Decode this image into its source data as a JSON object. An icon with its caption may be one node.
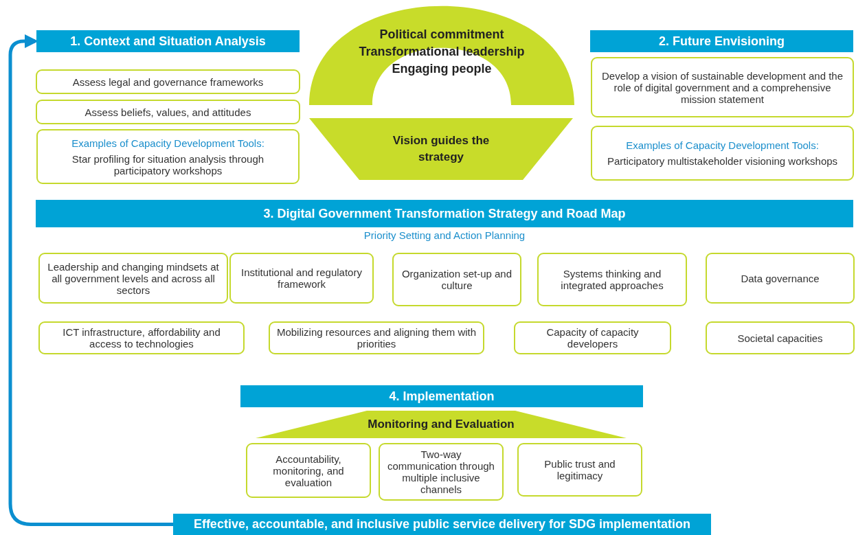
{
  "diagram": {
    "nodes": [
      {
        "text": [
          "1. Context and Situation Analysis"
        ]
      },
      {
        "text": [
          "Assess legal and governance frameworks"
        ]
      },
      {
        "text": [
          "Assess beliefs, values, and attitudes"
        ]
      },
      {
        "text": [
          "Examples of Capacity Development Tools:",
          "Star profiling for situation analysis through participatory workshops"
        ]
      },
      {
        "text": [
          "Political commitment",
          "Transformational leadership",
          "Engaging people"
        ]
      },
      {
        "text": [
          "Vision guides the strategy"
        ]
      },
      {
        "text": [
          "2. Future Envisioning"
        ]
      },
      {
        "text": [
          "Develop a vision of sustainable development and the role of digital government and a comprehensive mission statement"
        ]
      },
      {
        "text": [
          "Examples of Capacity Development Tools:",
          "Participatory multistakeholder visioning workshops"
        ]
      },
      {
        "text": [
          "3. Digital Government Transformation Strategy and Road Map"
        ]
      },
      {
        "text": [
          "Leadership and changing mindsets at all government levels and across all sectors"
        ]
      },
      {
        "text": [
          "Institutional and regulatory framework"
        ]
      },
      {
        "text": [
          "Organization set-up and culture"
        ]
      },
      {
        "text": [
          "Systems thinking and integrated approaches"
        ]
      },
      {
        "text": [
          "Data governance"
        ]
      },
      {
        "text": [
          "ICT infrastructure, affordability and access to technologies"
        ]
      },
      {
        "text": [
          "Mobilizing resources and aligning them with priorities"
        ]
      },
      {
        "text": [
          "Capacity of capacity developers"
        ]
      },
      {
        "text": [
          "Societal capacities"
        ]
      },
      {
        "text": [
          "4. Implementation"
        ]
      },
      {
        "text": [
          "Monitoring and Evaluation"
        ]
      },
      {
        "text": [
          "Accountability, monitoring, and evaluation"
        ]
      },
      {
        "text": [
          "Two-way communication through multiple inclusive channels"
        ]
      },
      {
        "text": [
          "Public trust and legitimacy"
        ]
      },
      {
        "text": [
          "Effective, accountable, and inclusive public service delivery for SDG implementation"
        ]
      }
    ],
    "edges": [
      {
        "from": 24,
        "to": 0,
        "arrow": "to"
      }
    ],
    "labels": [
      "Priority Setting and Action Planning"
    ]
  }
}
